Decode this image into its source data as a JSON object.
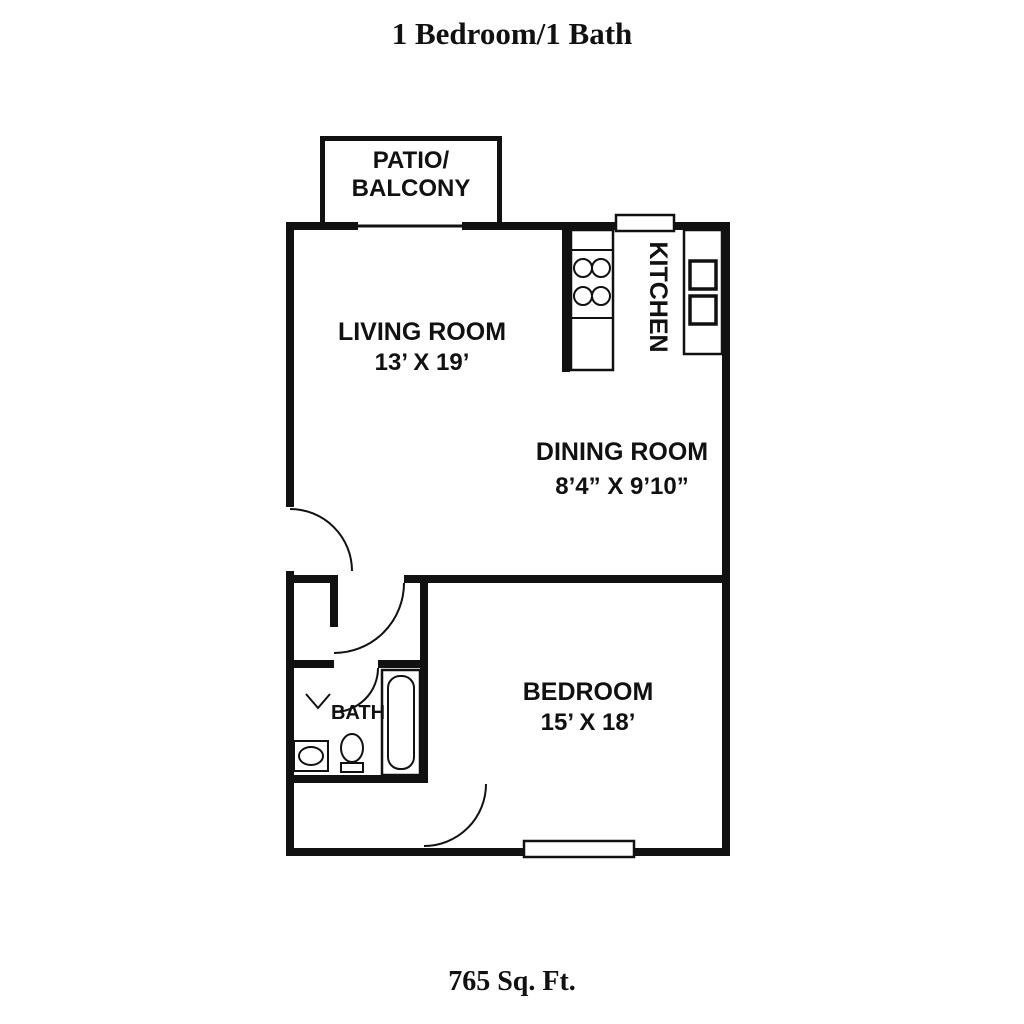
{
  "title": "1 Bedroom/1 Bath",
  "footer": "765 Sq. Ft.",
  "rooms": {
    "patio": {
      "line1": "PATIO/",
      "line2": "BALCONY"
    },
    "living": {
      "name": "LIVING ROOM",
      "dims": "13’ X 19’"
    },
    "kitchen": {
      "name": "KITCHEN"
    },
    "dining": {
      "name": "DINING ROOM",
      "dims": "8’4” X 9’10”"
    },
    "bedroom": {
      "name": "BEDROOM",
      "dims": "15’ X 18’"
    },
    "bath": {
      "name": "BATH"
    }
  },
  "colors": {
    "wall": "#111111",
    "background": "#ffffff",
    "text": "#111111"
  }
}
